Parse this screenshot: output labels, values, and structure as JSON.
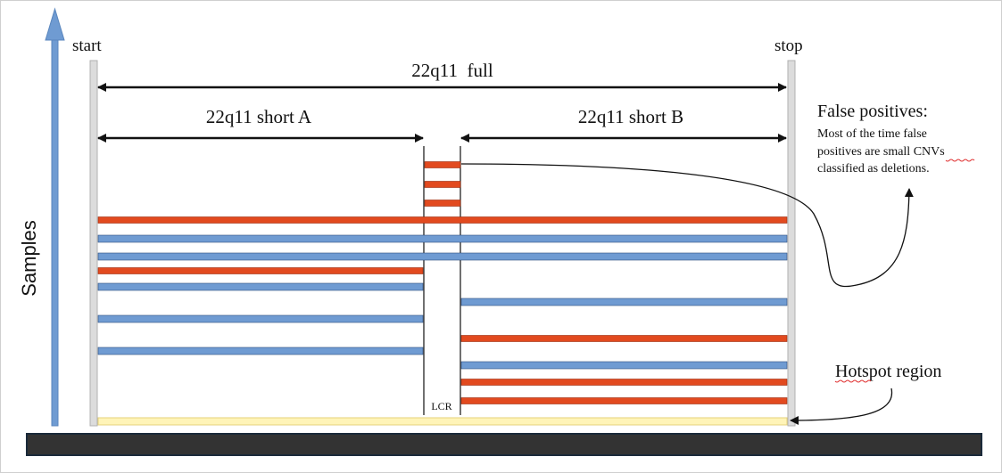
{
  "labels": {
    "y_axis": "Samples",
    "start": "start",
    "stop": "stop",
    "full": "22q11  full",
    "short_a": "22q11 short A",
    "short_b": "22q11 short B",
    "lcr": "LCR",
    "false_pos_title": "False positives:",
    "false_pos_line1": "Most of the time false",
    "false_pos_line2": "positives are small CNVs",
    "false_pos_line3": "classified as deletions.",
    "hotspot": "Hotspot region"
  },
  "colors": {
    "deletion": "#e24a1f",
    "duplication": "#6f9bd2",
    "bar_edge": "#2f4f7f",
    "del_edge": "#9b2a0c",
    "hotspot_fill": "#fff4b8",
    "hotspot_edge": "#e6d27a",
    "boundary": "#dcdcdc",
    "boundary_edge": "#b0b0b0",
    "axis_arrow": "#6f9bd2",
    "ground": "#333333",
    "ink": "#111111",
    "spell_underline": "#e03030"
  },
  "segments": [
    {
      "type": "deletion",
      "span": "lcr"
    },
    {
      "type": "deletion",
      "span": "lcr"
    },
    {
      "type": "deletion",
      "span": "lcr"
    },
    {
      "type": "deletion",
      "span": "full"
    },
    {
      "type": "duplication",
      "span": "full"
    },
    {
      "type": "duplication",
      "span": "full"
    },
    {
      "type": "deletion",
      "span": "a"
    },
    {
      "type": "duplication",
      "span": "a"
    },
    {
      "type": "duplication",
      "span": "b"
    },
    {
      "type": "duplication",
      "span": "a"
    },
    {
      "type": "deletion",
      "span": "b"
    },
    {
      "type": "duplication",
      "span": "a"
    },
    {
      "type": "duplication",
      "span": "b"
    },
    {
      "type": "deletion",
      "span": "b"
    },
    {
      "type": "deletion",
      "span": "b"
    }
  ]
}
